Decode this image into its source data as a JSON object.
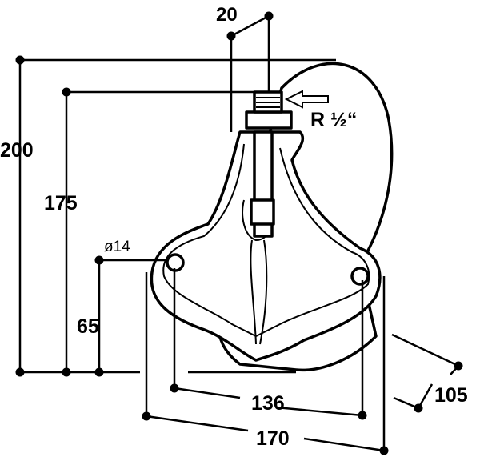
{
  "dimensions": {
    "top_width": "20",
    "total_height": "200",
    "inlet_height": "175",
    "hole_diameter": "ø14",
    "hole_height": "65",
    "hole_spacing": "136",
    "total_width": "170",
    "depth": "105"
  },
  "thread_label": "R ½“"
}
